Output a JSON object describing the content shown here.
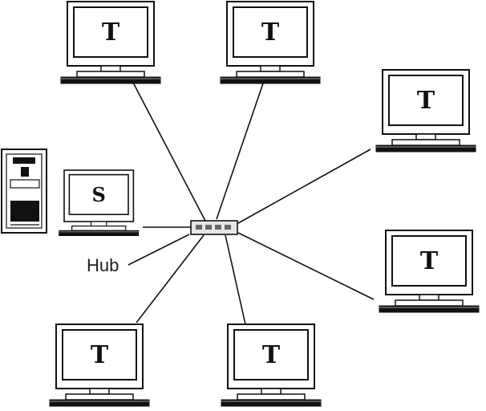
{
  "diagram": {
    "hub_label": "Hub",
    "server_letter": "S",
    "terminals": [
      {
        "letter": "T"
      },
      {
        "letter": "T"
      },
      {
        "letter": "T"
      },
      {
        "letter": "T"
      },
      {
        "letter": "T"
      },
      {
        "letter": "T"
      }
    ]
  }
}
